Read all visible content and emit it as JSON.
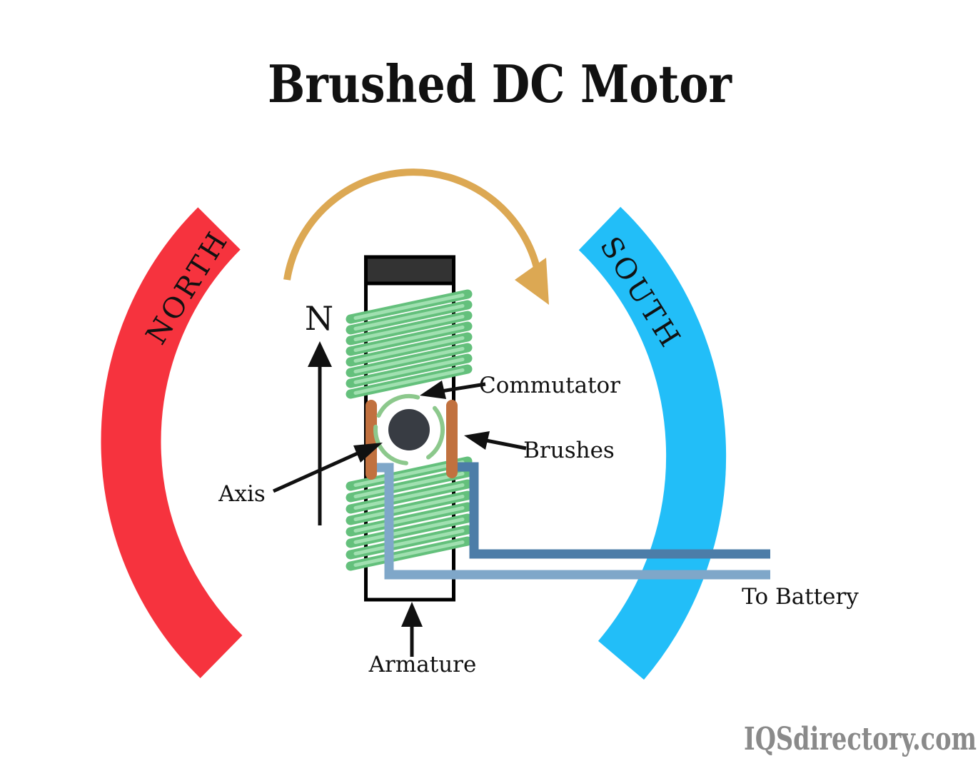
{
  "title": "Brushed DC Motor",
  "diagram": {
    "magnets": {
      "north_label": "NORTH",
      "south_label": "SOUTH"
    },
    "pole_indicator": "N",
    "callouts": {
      "commutator": "Commutator",
      "brushes": "Brushes",
      "axis": "Axis",
      "armature": "Armature",
      "to_battery": "To Battery"
    }
  },
  "watermark": "IQSdirectory.com",
  "colors": {
    "north_red": "#F6333E",
    "south_blue": "#22BEF8",
    "coil_green": "#64C07C",
    "coil_green_light": "#A0E0B0",
    "commutator_ring_green": "#8CC88C",
    "brush_copper": "#C1713F",
    "wire_dark_blue": "#4C7DA8",
    "wire_light_blue": "#7FA7C9",
    "rotation_arrow_tan": "#DCA853",
    "shaft_dark": "#383C43",
    "armature_cap": "#333333",
    "label_black": "#111111",
    "watermark_gray": "#8A8A8A"
  }
}
